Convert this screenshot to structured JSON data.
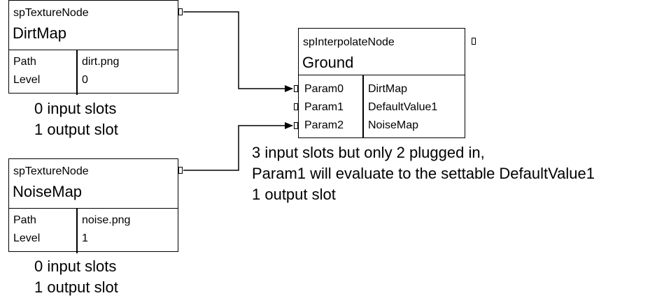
{
  "nodes": {
    "dirtmap": {
      "type": "spTextureNode",
      "name": "DirtMap",
      "props": [
        {
          "key": "Path",
          "value": "dirt.png"
        },
        {
          "key": "Level",
          "value": "0"
        }
      ],
      "caption": [
        "0 input slots",
        "1 output slot"
      ]
    },
    "noisemap": {
      "type": "spTextureNode",
      "name": "NoiseMap",
      "props": [
        {
          "key": "Path",
          "value": "noise.png"
        },
        {
          "key": "Level",
          "value": "1"
        }
      ],
      "caption": [
        "0 input slots",
        "1 output slot"
      ]
    },
    "ground": {
      "type": "spInterpolateNode",
      "name": "Ground",
      "params": [
        {
          "label": "Param0",
          "value": "DirtMap"
        },
        {
          "label": "Param1",
          "value": "DefaultValue1"
        },
        {
          "label": "Param2",
          "value": "NoiseMap"
        }
      ],
      "caption": [
        "3 input slots but only 2 plugged in,",
        "Param1 will evaluate to the settable DefaultValue1",
        "1 output slot"
      ]
    }
  }
}
